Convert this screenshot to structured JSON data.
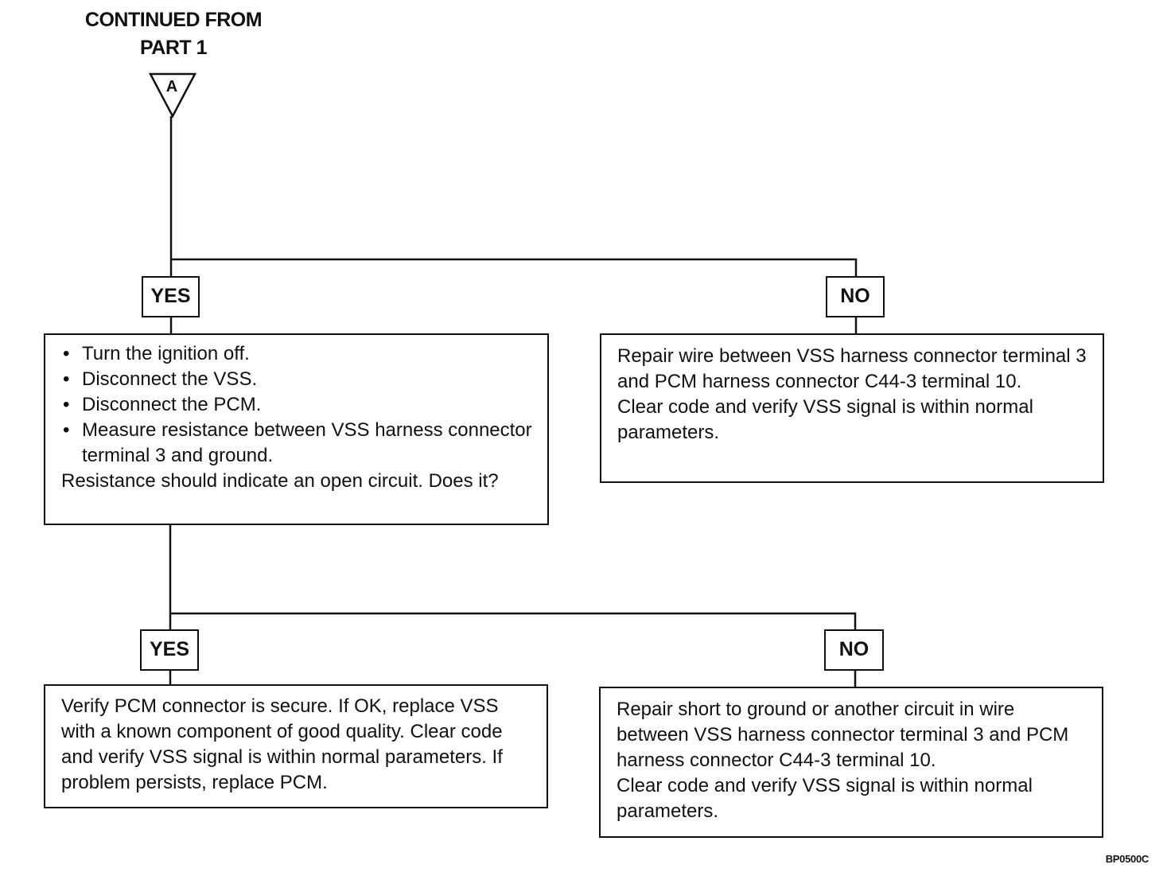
{
  "header": {
    "line1": "CONTINUED FROM",
    "line2": "PART 1"
  },
  "connector": {
    "label": "A"
  },
  "branch1": {
    "yes_label": "YES",
    "no_label": "NO",
    "yes_box": {
      "steps": [
        "Turn the ignition off.",
        "Disconnect the VSS.",
        "Disconnect the PCM.",
        "Measure resistance between VSS harness connector terminal 3 and ground."
      ],
      "question": "Resistance should indicate an open circuit. Does it?"
    },
    "no_box": {
      "text1": "Repair wire between VSS harness connector terminal 3 and PCM harness connector C44-3 terminal 10.",
      "text2": "Clear code and verify VSS signal is within normal parameters."
    }
  },
  "branch2": {
    "yes_label": "YES",
    "no_label": "NO",
    "yes_box": {
      "text": "Verify PCM connector is secure. If OK, replace VSS with a known component of good quality. Clear code and verify VSS signal is within normal parameters. If problem persists, replace PCM."
    },
    "no_box": {
      "text1": "Repair short to ground or another circuit in wire between VSS harness connector terminal 3 and PCM harness connector C44-3 terminal 10.",
      "text2": "Clear code and verify VSS signal is within normal parameters."
    }
  },
  "figure_ref": "BP0500C"
}
